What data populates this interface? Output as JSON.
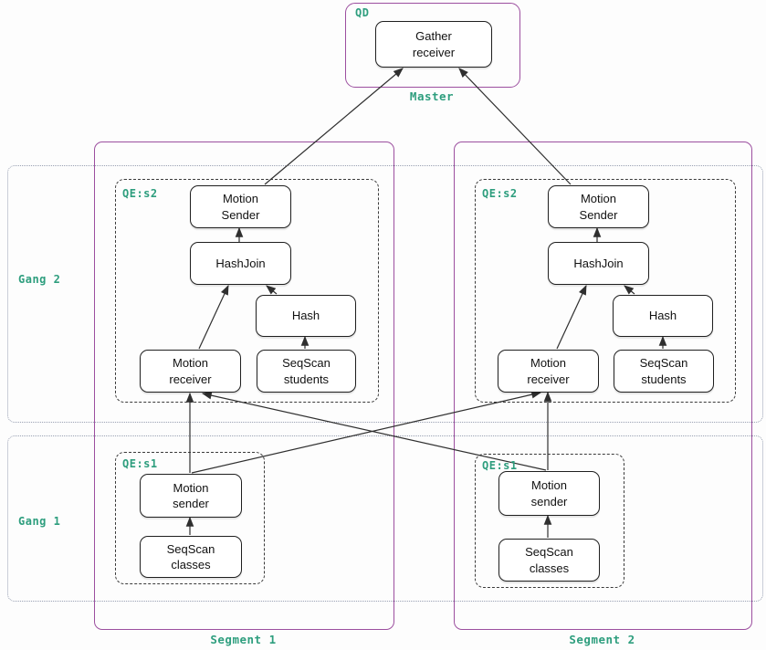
{
  "qd": {
    "label": "QD",
    "node_gather_receiver": "Gather\nreceiver",
    "caption": "Master"
  },
  "gangs": [
    {
      "label": "Gang 2"
    },
    {
      "label": "Gang 1"
    }
  ],
  "segments": [
    {
      "caption": "Segment 1",
      "qe_s2": {
        "label": "QE:s2",
        "motion_sender": "Motion\nSender",
        "hashjoin": "HashJoin",
        "hash": "Hash",
        "motion_receiver": "Motion\nreceiver",
        "seqscan_students": "SeqScan\nstudents"
      },
      "qe_s1": {
        "label": "QE:s1",
        "motion_sender": "Motion\nsender",
        "seqscan_classes": "SeqScan\nclasses"
      }
    },
    {
      "caption": "Segment 2",
      "qe_s2": {
        "label": "QE:s2",
        "motion_sender": "Motion\nSender",
        "hashjoin": "HashJoin",
        "hash": "Hash",
        "motion_receiver": "Motion\nreceiver",
        "seqscan_students": "SeqScan\nstudents"
      },
      "qe_s1": {
        "label": "QE:s1",
        "motion_sender": "Motion\nsender",
        "seqscan_classes": "SeqScan\nclasses"
      }
    }
  ],
  "colors": {
    "container_purple": "#9c4f9f",
    "label_teal": "#2e9e7e",
    "node_border": "#1f1f1f",
    "arrow": "#2f2f2f",
    "gang_dotted": "#98a0b2"
  }
}
